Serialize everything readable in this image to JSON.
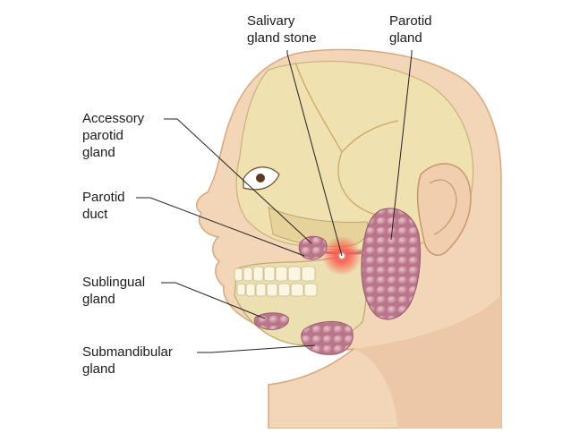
{
  "labels": {
    "salivary_stone": [
      "Salivary",
      "gland stone"
    ],
    "parotid_gland": [
      "Parotid",
      "gland"
    ],
    "accessory_parotid": [
      "Accessory",
      "parotid",
      "gland"
    ],
    "parotid_duct": [
      "Parotid",
      "duct"
    ],
    "sublingual": [
      "Sublingual",
      "gland"
    ],
    "submandibular": [
      "Submandibular",
      "gland"
    ]
  },
  "colors": {
    "skin": "#f3d6b8",
    "skin_shadow": "#e2b892",
    "skull": "#efe1b0",
    "gland": "#c9879a",
    "gland_light": "#e2b1bd",
    "stone_glow": "#ff3b3b",
    "leader": "#222222"
  }
}
